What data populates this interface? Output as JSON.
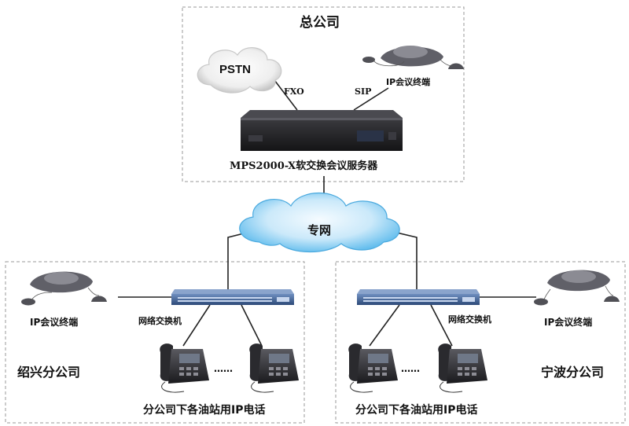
{
  "hq": {
    "title": "总公司",
    "pstn": "PSTN",
    "fxo": "FXO",
    "sip": "SIP",
    "ip_terminal": "IP会议终端",
    "server_label": "MPS2000-X软交换会议服务器"
  },
  "network": {
    "label": "专网"
  },
  "branch_left": {
    "name": "绍兴分公司",
    "ip_terminal": "IP会议终端",
    "switch_label": "网络交换机",
    "phones_label": "分公司下各油站用IP电话",
    "dots": "……"
  },
  "branch_right": {
    "name": "宁波分公司",
    "ip_terminal": "IP会议终端",
    "switch_label": "网络交换机",
    "phones_label": "分公司下各油站用IP电话",
    "dots": "……"
  },
  "colors": {
    "frame": "#9a9a9a",
    "cloud_light": "#eef8ff",
    "cloud_dark": "#59b9ec",
    "switch": "#3a5f96",
    "link": "#222222",
    "device": "#1e1e22"
  }
}
